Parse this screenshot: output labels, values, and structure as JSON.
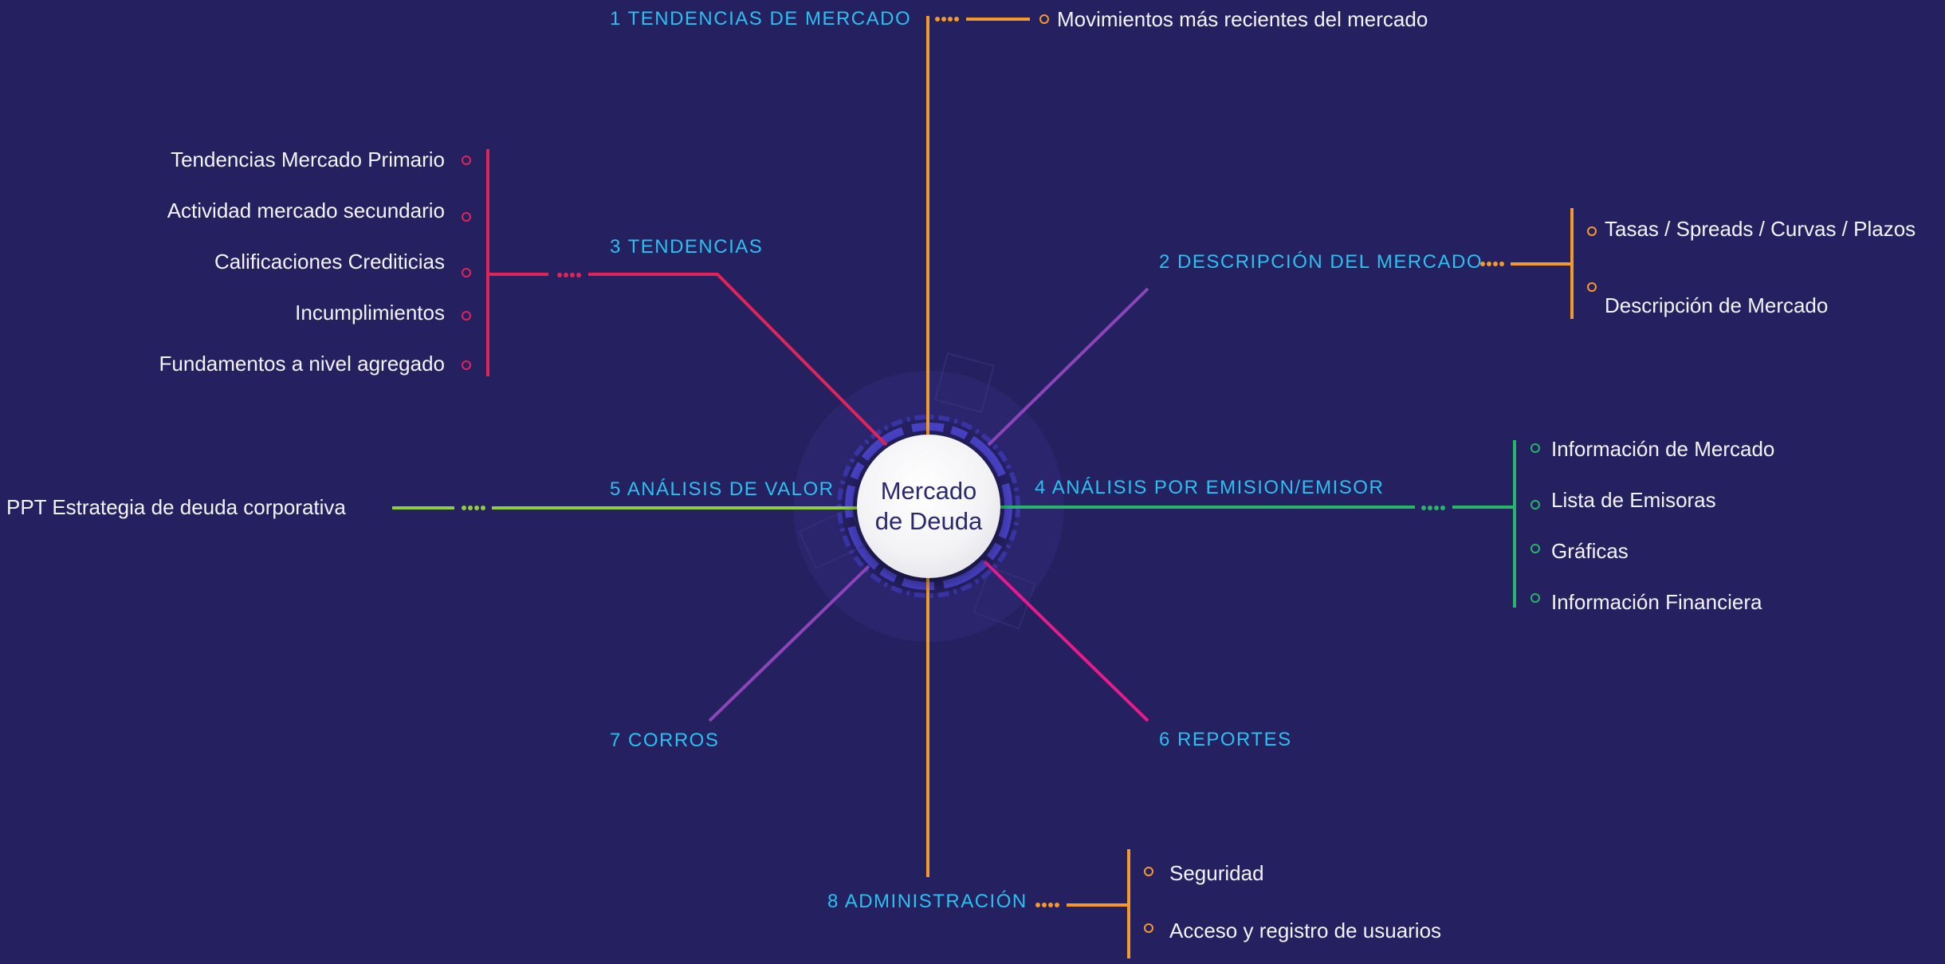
{
  "center": {
    "line1": "Mercado",
    "line2": "de Deuda"
  },
  "colors": {
    "background": "#252060",
    "branch_label": "#29c1f0",
    "orange": "#f39a2b",
    "crimson": "#e0245a",
    "purple": "#8a46b8",
    "lime": "#8fcf3a",
    "green": "#27b56a",
    "magenta": "#e81a8c"
  },
  "branches": {
    "b1": {
      "label": "1 TENDENCIAS DE MERCADO",
      "items": [
        "Movimientos más recientes del mercado"
      ]
    },
    "b2": {
      "label": "2 DESCRIPCIÓN DEL MERCADO",
      "items": [
        "Tasas / Spreads / Curvas / Plazos",
        "Descripción de Mercado"
      ]
    },
    "b3": {
      "label": "3 TENDENCIAS",
      "items": [
        "Tendencias Mercado Primario",
        "Actividad mercado secundario",
        "Calificaciones Crediticias",
        "Incumplimientos",
        "Fundamentos a nivel agregado"
      ]
    },
    "b4": {
      "label": "4 ANÁLISIS POR EMISION/EMISOR",
      "items": [
        "Información de Mercado",
        "Lista de Emisoras",
        "Gráficas",
        "Información Financiera"
      ]
    },
    "b5": {
      "label": "5 ANÁLISIS DE VALOR",
      "items": [
        "PPT Estrategia de deuda corporativa"
      ]
    },
    "b6": {
      "label": "6 REPORTES",
      "items": []
    },
    "b7": {
      "label": "7 CORROS",
      "items": []
    },
    "b8": {
      "label": "8 ADMINISTRACIÓN",
      "items": [
        "Seguridad",
        "Acceso y registro de usuarios"
      ]
    }
  }
}
